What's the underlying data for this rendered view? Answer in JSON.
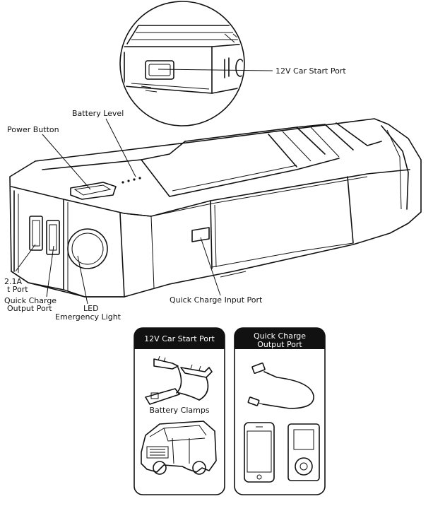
{
  "callouts": {
    "car_start_port_top": "12V Car Start Port",
    "battery_level": "Battery Level",
    "power_button": "Power Button",
    "port_21a_line1": "2.1A",
    "port_21a_line2": "t Port",
    "quick_charge_output_line1": "Quick Charge",
    "quick_charge_output_line2": "Output Port",
    "led_line1": "LED",
    "led_line2": "Emergency Light",
    "quick_charge_input": "Quick Charge Input Port"
  },
  "panels": {
    "left": {
      "title": "12V Car Start Port",
      "caption": "Battery Clamps"
    },
    "right": {
      "title_line1": "Quick Charge",
      "title_line2": "Output Port"
    }
  }
}
